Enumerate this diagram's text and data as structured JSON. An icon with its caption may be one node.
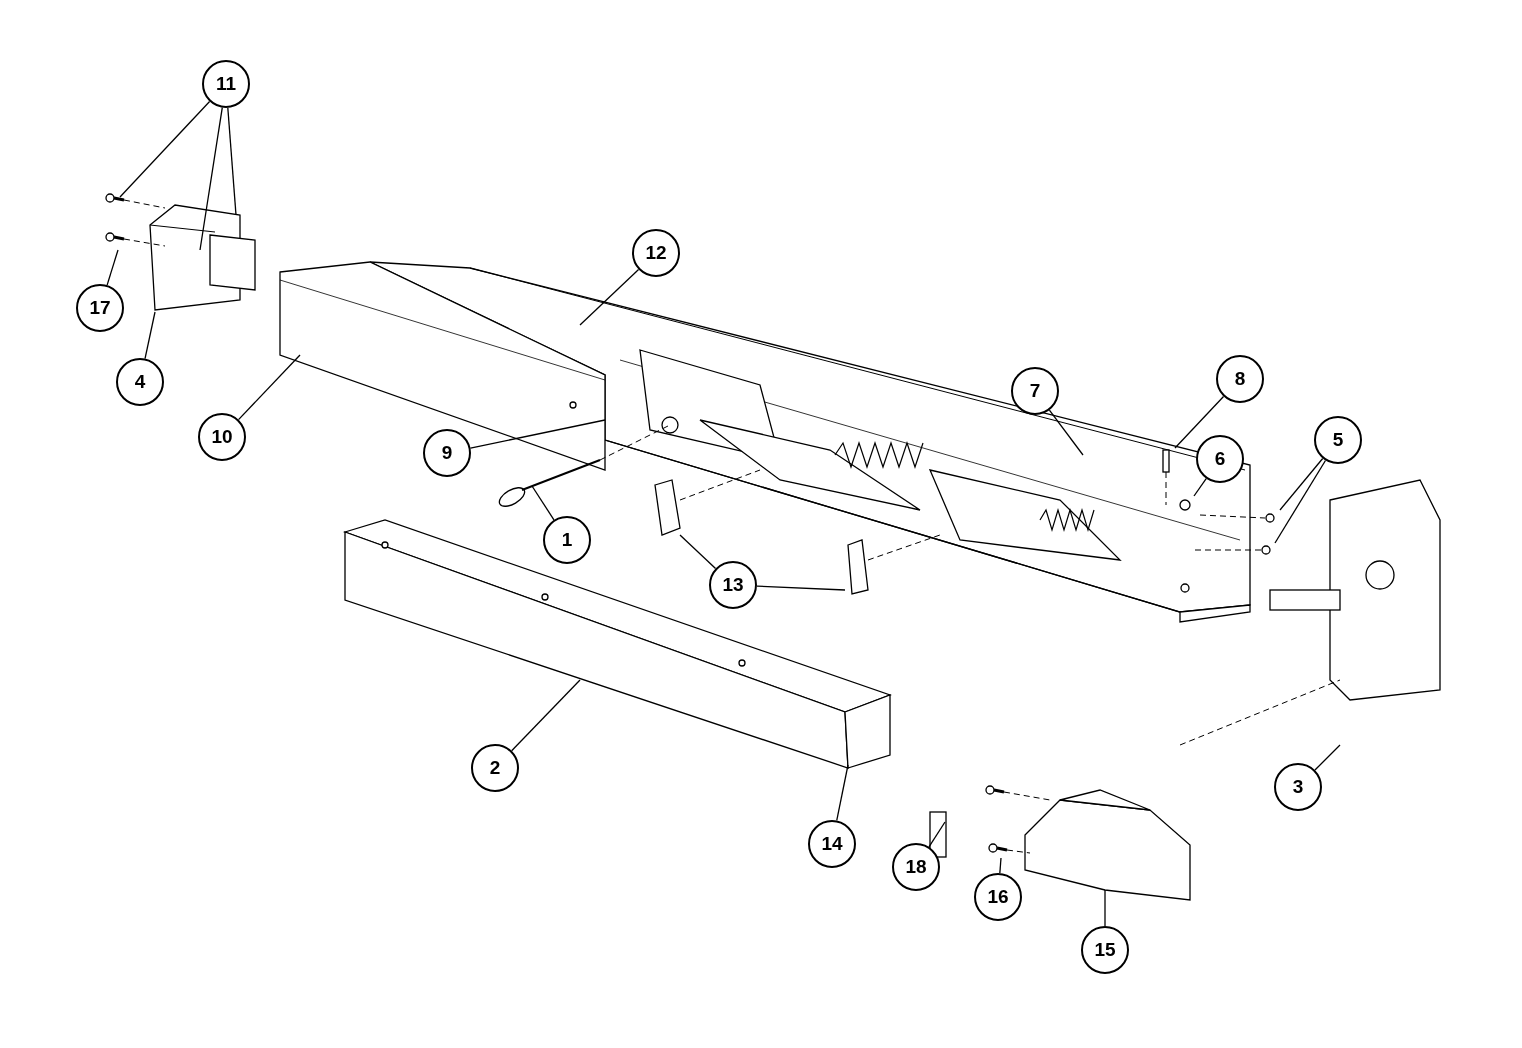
{
  "diagram": {
    "nodes": [
      {
        "text": [
          "11"
        ]
      },
      {
        "text": [
          "12"
        ]
      },
      {
        "text": [
          "17"
        ]
      },
      {
        "text": [
          "4"
        ]
      },
      {
        "text": [
          "10"
        ]
      },
      {
        "text": [
          "8"
        ]
      },
      {
        "text": [
          "7"
        ]
      },
      {
        "text": [
          "5"
        ]
      },
      {
        "text": [
          "9"
        ]
      },
      {
        "text": [
          "6"
        ]
      },
      {
        "text": [
          "1"
        ]
      },
      {
        "text": [
          "13"
        ]
      },
      {
        "text": [
          "2"
        ]
      },
      {
        "text": [
          "3"
        ]
      },
      {
        "text": [
          "14"
        ]
      },
      {
        "text": [
          "18"
        ]
      },
      {
        "text": [
          "16"
        ]
      },
      {
        "text": [
          "15"
        ]
      }
    ],
    "edges": [
      {
        "from": 0,
        "to": null,
        "arrow": "none"
      },
      {
        "from": 0,
        "to": null,
        "arrow": "none"
      },
      {
        "from": 0,
        "to": null,
        "arrow": "none"
      },
      {
        "from": 2,
        "to": null,
        "arrow": "none"
      },
      {
        "from": 3,
        "to": null,
        "arrow": "none"
      },
      {
        "from": 4,
        "to": null,
        "arrow": "none"
      },
      {
        "from": 1,
        "to": null,
        "arrow": "none"
      },
      {
        "from": 8,
        "to": null,
        "arrow": "none"
      },
      {
        "from": 10,
        "to": null,
        "arrow": "none"
      },
      {
        "from": 6,
        "to": null,
        "arrow": "none"
      },
      {
        "from": 5,
        "to": null,
        "arrow": "none"
      },
      {
        "from": 9,
        "to": null,
        "arrow": "none"
      },
      {
        "from": 7,
        "to": null,
        "arrow": "none"
      },
      {
        "from": 7,
        "to": null,
        "arrow": "none"
      },
      {
        "from": 11,
        "to": null,
        "arrow": "none"
      },
      {
        "from": 11,
        "to": null,
        "arrow": "none"
      },
      {
        "from": 12,
        "to": null,
        "arrow": "none"
      },
      {
        "from": 14,
        "to": null,
        "arrow": "none"
      },
      {
        "from": 13,
        "to": null,
        "arrow": "none"
      },
      {
        "from": 15,
        "to": null,
        "arrow": "none"
      },
      {
        "from": 16,
        "to": null,
        "arrow": "none"
      },
      {
        "from": 17,
        "to": null,
        "arrow": "none"
      }
    ]
  }
}
